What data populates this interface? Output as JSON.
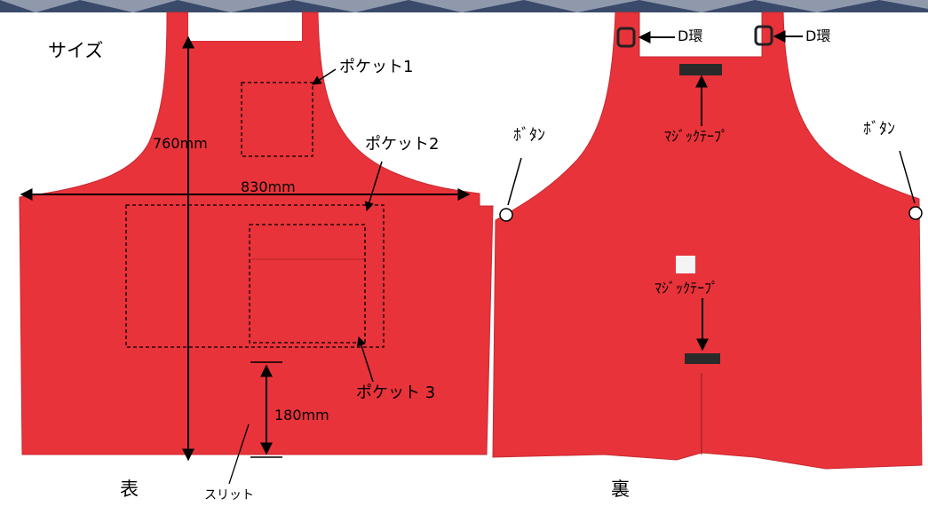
{
  "colors": {
    "apron": "#e8333a",
    "apron_shade": "#c82a30",
    "line": "#000000",
    "velcro": "#2a2a2a",
    "background": "#ffffff",
    "strip": "#3a4a6a"
  },
  "front": {
    "size_label": "サイズ",
    "pocket1": "ポケット1",
    "pocket2": "ポケット2",
    "pocket3": "ポケット 3",
    "height_dim": "760mm",
    "width_dim": "830mm",
    "slit_dim": "180mm",
    "slit_label": "スリット",
    "caption": "表"
  },
  "back": {
    "d_ring_left": "D環",
    "d_ring_right": "D環",
    "button_left": "ﾎﾞﾀﾝ",
    "button_right": "ﾎﾞﾀﾝ",
    "velcro_top": "ﾏｼﾞｯｸﾃｰﾌﾟ",
    "velcro_bottom": "ﾏｼﾞｯｸﾃｰﾌﾟ",
    "caption": "裏"
  }
}
